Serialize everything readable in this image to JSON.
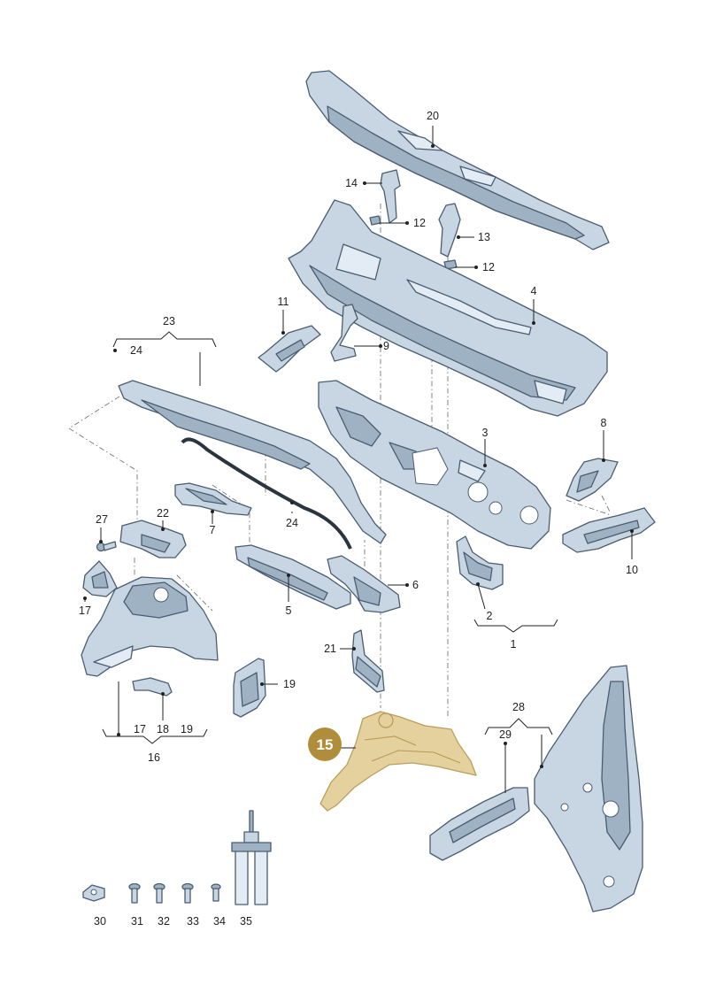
{
  "diagram": {
    "highlight": {
      "label": "15",
      "color": "#b08d3a"
    },
    "labels": {
      "p1": "1",
      "p2": "2",
      "p3": "3",
      "p4": "4",
      "p5": "5",
      "p6": "6",
      "p7": "7",
      "p8": "8",
      "p9": "9",
      "p10": "10",
      "p11": "11",
      "p12a": "12",
      "p12b": "12",
      "p13": "13",
      "p14": "14",
      "p16": "16",
      "p17a": "17",
      "p17b": "17",
      "p18": "18",
      "p19a": "19",
      "p19b": "19",
      "p20": "20",
      "p21": "21",
      "p22": "22",
      "p23": "23",
      "p24a": "24",
      "p24b": "24",
      "p27": "27",
      "p28": "28",
      "p29": "29",
      "p30": "30",
      "p31": "31",
      "p32": "32",
      "p33": "33",
      "p34": "34",
      "p35": "35"
    }
  }
}
